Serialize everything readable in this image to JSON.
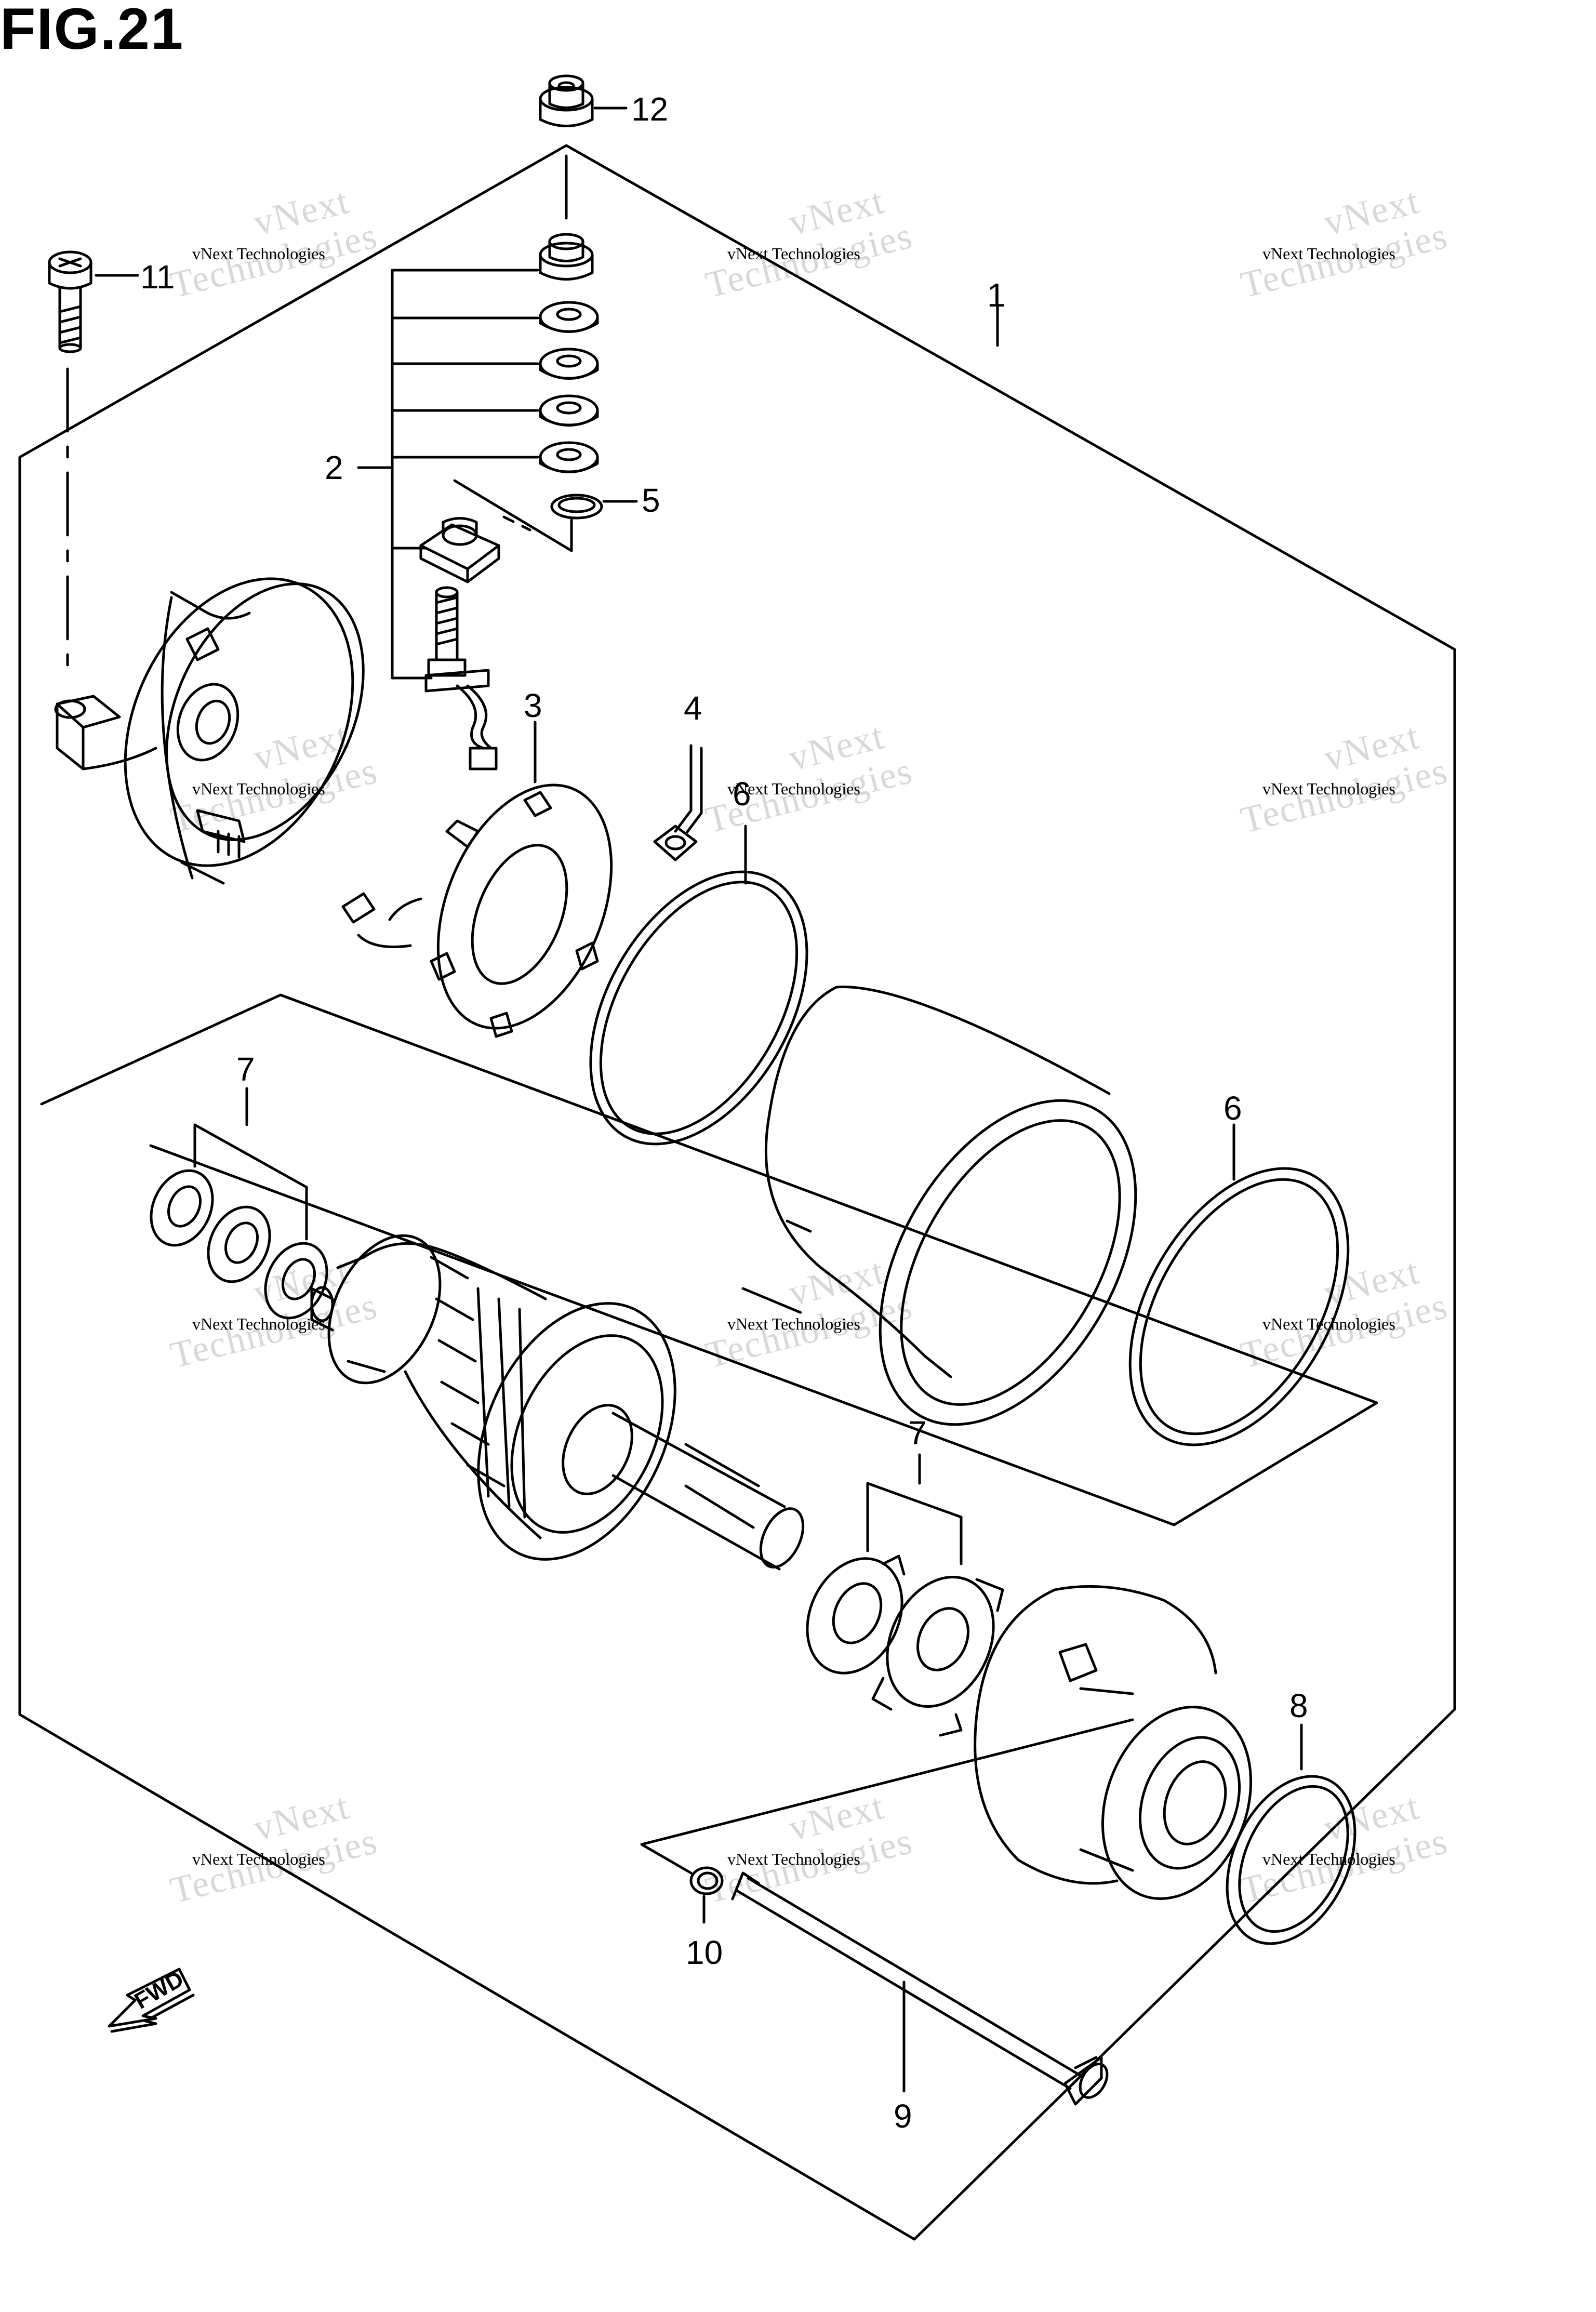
{
  "figure": {
    "title": "FIG.21"
  },
  "callouts": [
    "1",
    "2",
    "3",
    "4",
    "5",
    "6",
    "6",
    "7",
    "7",
    "8",
    "9",
    "10",
    "11",
    "12"
  ],
  "fwd_label": "FWD",
  "watermark": {
    "line1": "vNext Technologies",
    "line2": "vNext",
    "line3": "Technologies"
  },
  "colors": {
    "ink": "#000000",
    "watermark": "#d8d8d8"
  }
}
